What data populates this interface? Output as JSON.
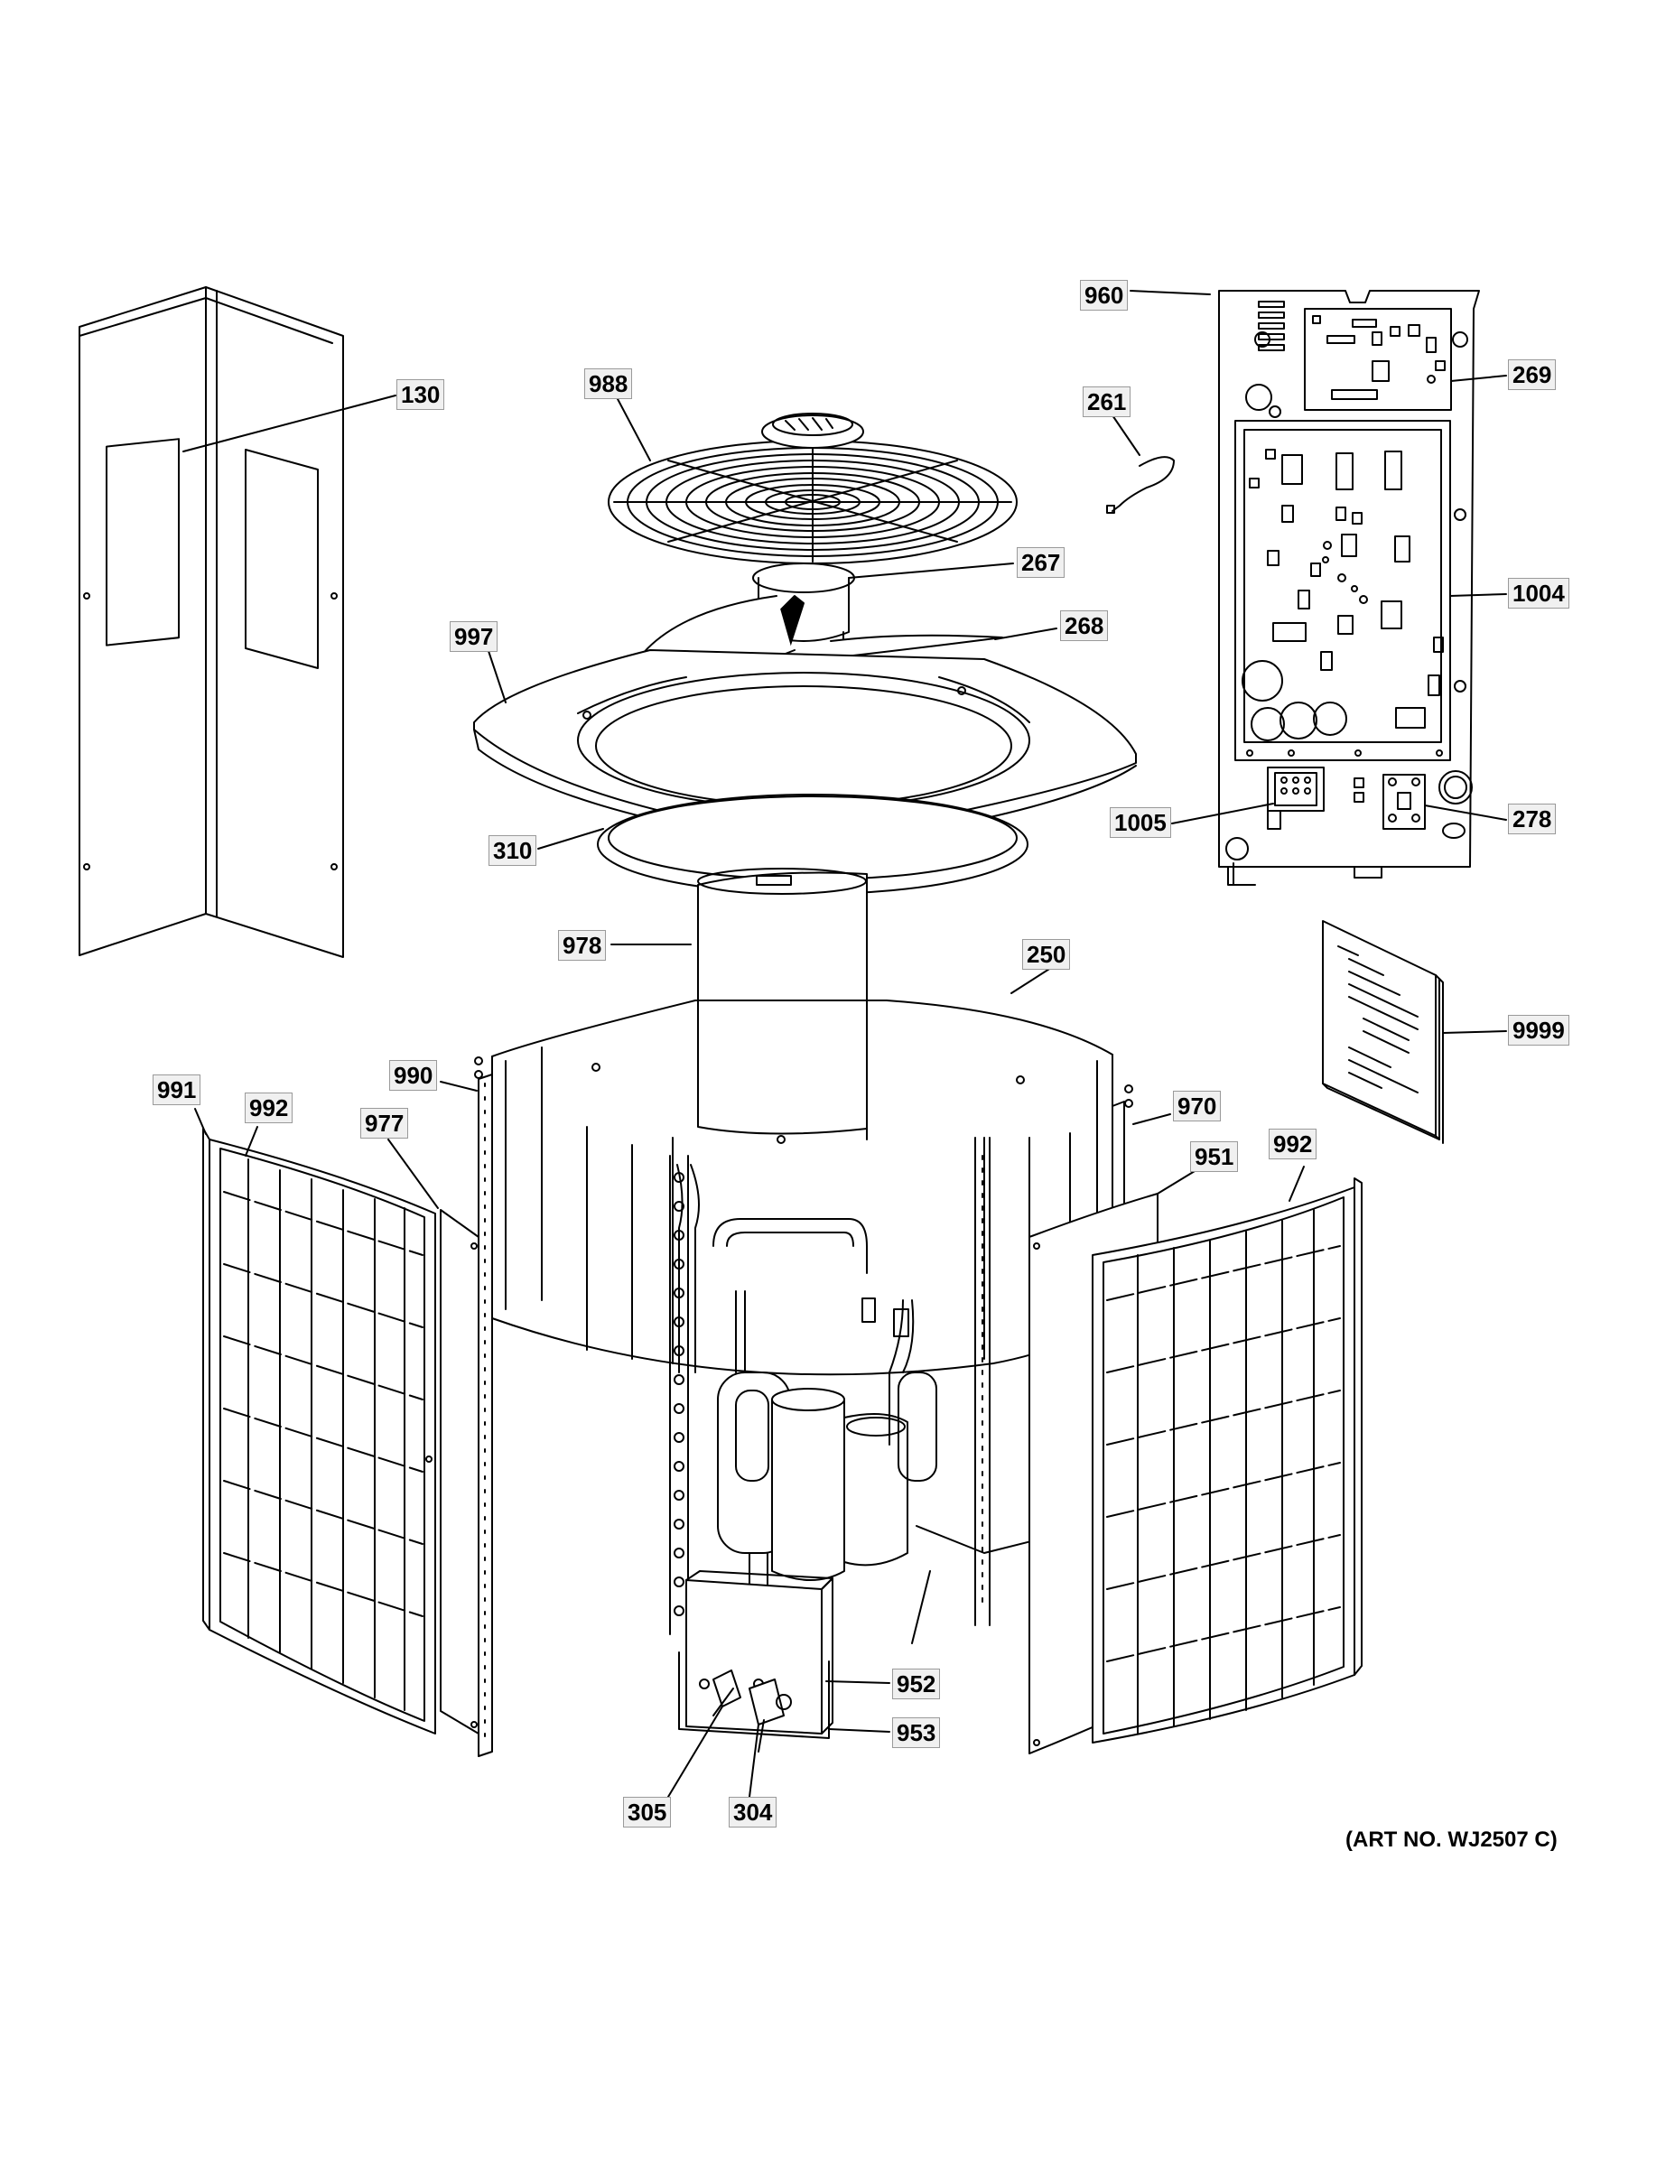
{
  "callouts": {
    "c130": "130",
    "c988": "988",
    "c997": "997",
    "c310": "310",
    "c267": "267",
    "c268": "268",
    "c261": "261",
    "c960": "960",
    "c269": "269",
    "c1004": "1004",
    "c1005": "1005",
    "c278": "278",
    "c978": "978",
    "c250": "250",
    "c9999": "9999",
    "c990": "990",
    "c991": "991",
    "c992a": "992",
    "c977": "977",
    "c970": "970",
    "c951": "951",
    "c992b": "992",
    "c952": "952",
    "c953": "953",
    "c305": "305",
    "c304": "304"
  },
  "art_number": "(ART NO. WJ2507 C)"
}
